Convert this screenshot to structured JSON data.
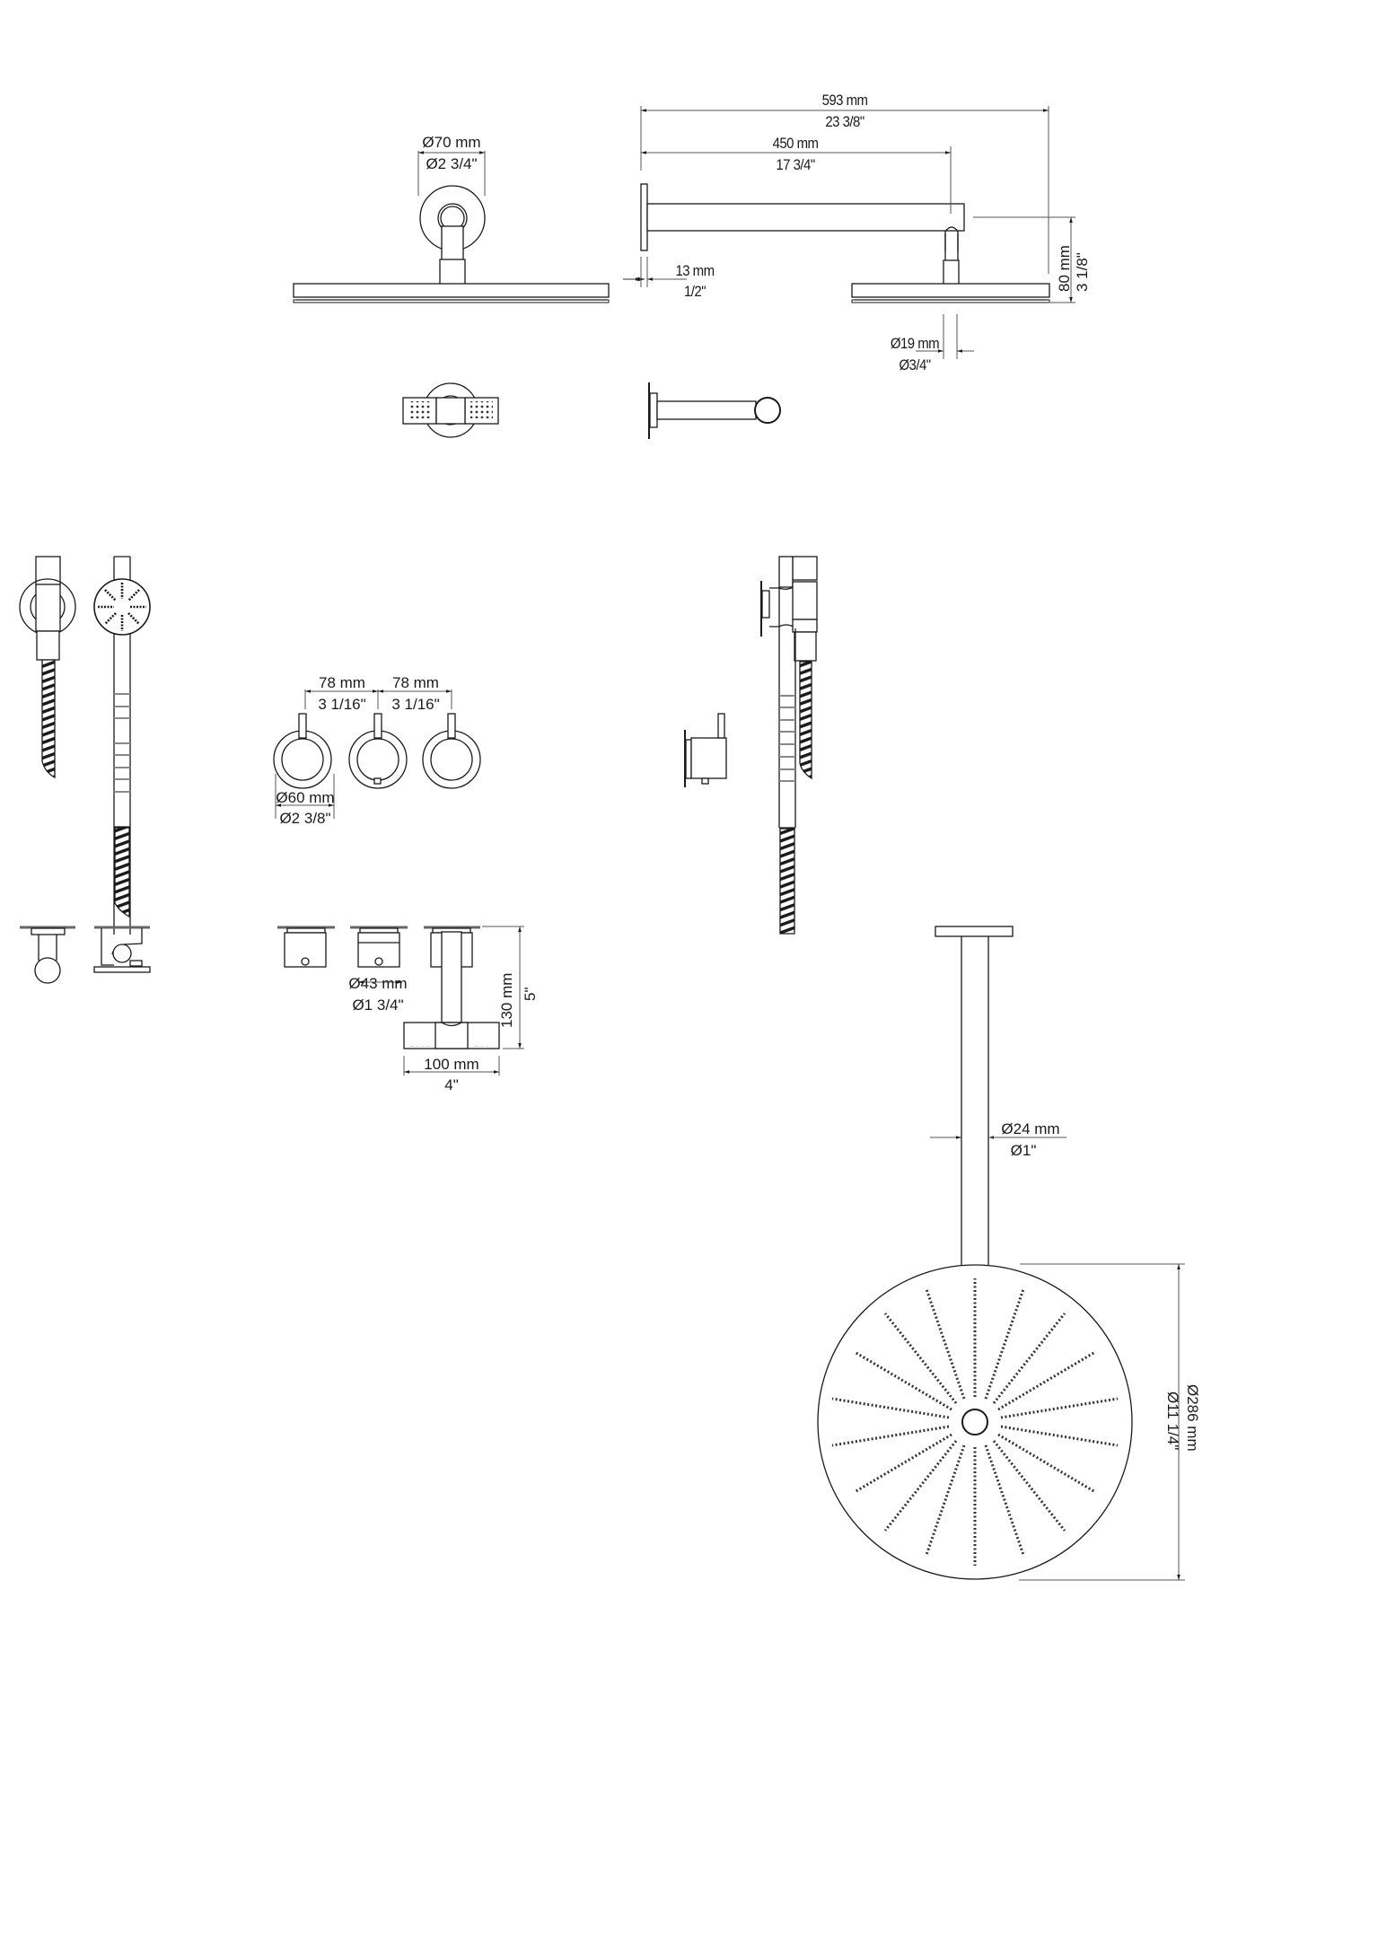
{
  "drawing": {
    "title": "Shower system technical drawing",
    "stroke_color": "#1a1a1a",
    "dim_line_color": "#555555",
    "background": "#ffffff"
  },
  "views": {
    "wall_arm_front": {
      "name": "Wall arm shower head - front view",
      "flange_diameter": {
        "mm": "Ø70 mm",
        "in": "Ø2 3/4\""
      }
    },
    "wall_arm_side": {
      "name": "Wall arm shower head - side view",
      "overall_length": {
        "mm": "593 mm",
        "in": "23 3/8\""
      },
      "arm_length": {
        "mm": "450 mm",
        "in": "17 3/4\""
      },
      "flange_depth": {
        "mm": "13 mm",
        "in": "1/2\""
      },
      "head_height": {
        "mm": "80 mm",
        "in": "3 1/8\""
      },
      "connector_diameter": {
        "mm": "Ø19 mm",
        "in": "Ø3/4\""
      }
    },
    "wall_arm_top": {
      "name": "Wall arm - top view"
    },
    "wall_arm_end": {
      "name": "Wall arm - end view"
    },
    "hand_shower": {
      "name": "Hand shower with holder and hose"
    },
    "valves_front": {
      "name": "Three-hole valve set - front view",
      "spacing_1": {
        "mm": "78 mm",
        "in": "3 1/16\""
      },
      "spacing_2": {
        "mm": "78 mm",
        "in": "3 1/16\""
      },
      "trim_diameter": {
        "mm": "Ø60 mm",
        "in": "Ø2 3/8\""
      }
    },
    "valves_top": {
      "name": "Valve set - top view",
      "handle_diameter": {
        "mm": "Ø43 mm",
        "in": "Ø1 3/4\""
      },
      "spout_projection": {
        "mm": "130 mm",
        "in": "5\""
      },
      "spout_width": {
        "mm": "100 mm",
        "in": "4\""
      }
    },
    "hand_shower_side": {
      "name": "Hand shower holder - side view"
    },
    "ceiling_shower": {
      "name": "Ceiling-mounted round shower head",
      "arm_diameter": {
        "mm": "Ø24 mm",
        "in": "Ø1\""
      },
      "head_diameter": {
        "mm": "Ø286 mm",
        "in": "Ø11 1/4\""
      }
    }
  }
}
